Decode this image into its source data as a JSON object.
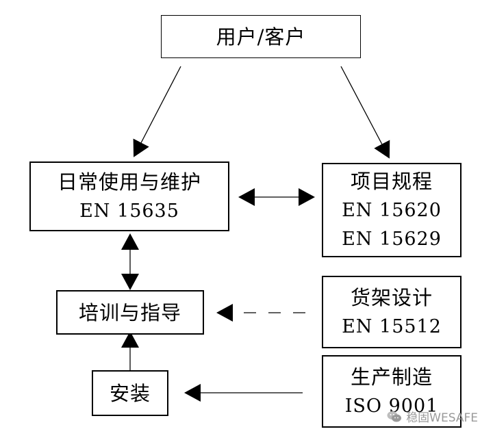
{
  "nodes": {
    "customer": {
      "title": "用户/客户"
    },
    "daily_use": {
      "title": "日常使用与维护",
      "standard": "EN 15635"
    },
    "project_spec": {
      "title": "项目规程",
      "standards": [
        "EN 15620",
        "EN 15629"
      ]
    },
    "training": {
      "title": "培训与指导"
    },
    "rack_design": {
      "title": "货架设计",
      "standard": "EN 15512"
    },
    "installation": {
      "title": "安装"
    },
    "manufacturing": {
      "title": "生产制造",
      "standard": "ISO 9001"
    }
  },
  "watermark": {
    "text": "稳固WESAFE",
    "icon": "wechat-icon"
  },
  "colors": {
    "line": "#000000",
    "watermark": "#9a9a9a"
  }
}
